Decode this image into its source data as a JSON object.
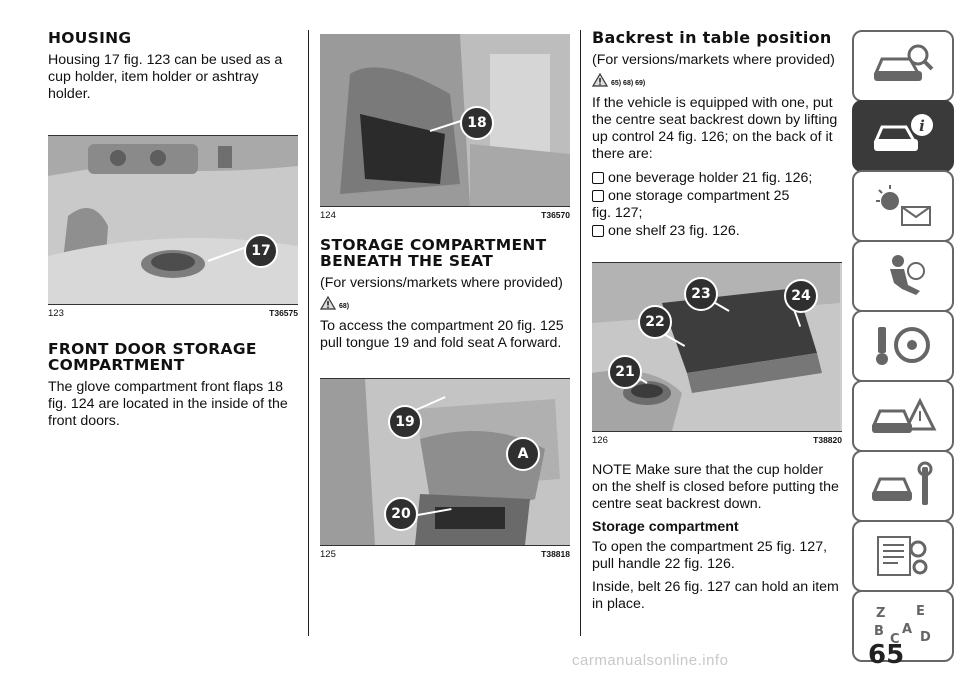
{
  "col1": {
    "h_housing": "HOUSING",
    "p_housing": "Housing 17 fig. 123 can be used as a cup holder, item holder or ashtray holder.",
    "fig123": {
      "number": "123",
      "code": "T36575",
      "callout": "17"
    },
    "h_front": "FRONT DOOR STORAGE COMPARTMENT",
    "p_front": "The glove compartment front flaps 18 fig. 124 are located in the inside of the front doors."
  },
  "col2": {
    "fig124": {
      "number": "124",
      "code": "T36570",
      "callout": "18"
    },
    "h_storage": "STORAGE COMPARTMENT BENEATH THE SEAT",
    "versions": "(For versions/markets where provided)",
    "warn_ref": "68)",
    "p_access": "To access the compartment 20 fig. 125 pull tongue 19 and fold seat A forward.",
    "fig125": {
      "number": "125",
      "code": "T38818",
      "callouts": [
        "19",
        "A",
        "20"
      ]
    }
  },
  "col3": {
    "h_backrest": "Backrest in table position",
    "versions": "(For versions/markets where provided)",
    "warn_ref": "65) 68) 69)",
    "p_equipped": "If the vehicle is equipped with one, put the centre seat backrest down by lifting up control 24 fig. 126; on the back of it there are:",
    "bullets": [
      "one beverage holder 21 fig. 126;",
      "one storage compartment 25",
      "one shelf 23 fig. 126."
    ],
    "fig127_line": "fig. 127;",
    "fig126": {
      "number": "126",
      "code": "T38820",
      "callouts": [
        "23",
        "24",
        "22",
        "21"
      ]
    },
    "p_note": "NOTE Make sure that the cup holder on the shelf is closed before putting the centre seat backrest down.",
    "h_storage_comp": "Storage compartment",
    "p_open": "To open the compartment 25 fig. 127, pull handle 22 fig. 126.",
    "p_inside": "Inside, belt 26 fig. 127 can hold an item in place."
  },
  "sidebar": {
    "tabs": [
      "car-search-icon",
      "car-info-icon",
      "warning-lights-icon",
      "airbag-icon",
      "steering-key-icon",
      "breakdown-triangle-icon",
      "car-wrench-icon",
      "settings-list-icon",
      "alphabet-index-icon"
    ],
    "active_index": 1
  },
  "page_number": "65",
  "watermark": "carmanualsonline.info"
}
